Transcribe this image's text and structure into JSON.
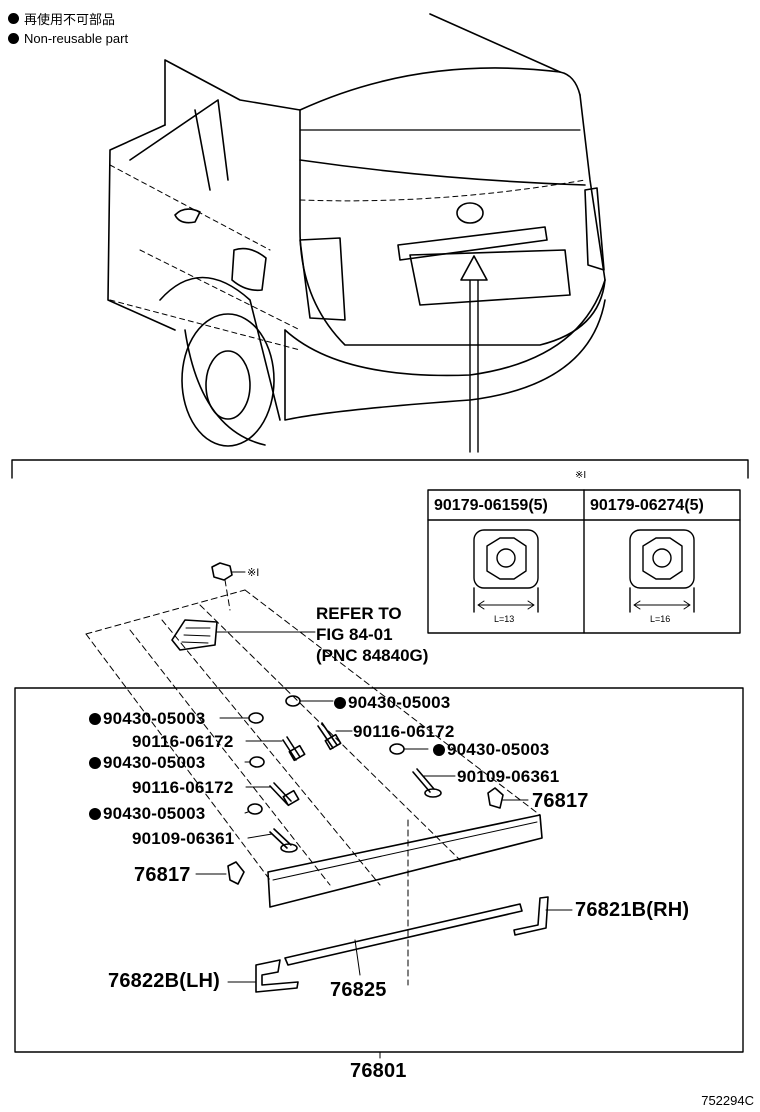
{
  "legend": {
    "item1": "再使用不可部品",
    "item2": "Non-reusable part"
  },
  "note_marker": "※I",
  "nut_table": {
    "col1_header": "90179-06159(5)",
    "col2_header": "90179-06274(5)",
    "col1_dim": "L=13",
    "col2_dim": "L=16"
  },
  "refer": {
    "line1": "REFER TO",
    "line2": "FIG 84-01",
    "line3": "(PNC 84840G)"
  },
  "parts": {
    "p1": "90430-05003",
    "p2": "90430-05003",
    "p3": "90116-06172",
    "p4": "90116-06172",
    "p5": "90430-05003",
    "p6": "90430-05003",
    "p7": "90116-06172",
    "p8": "90109-06361",
    "p9": "90430-05003",
    "p10": "90109-06361",
    "p11": "76817",
    "p12": "76817",
    "p13": "76821B(RH)",
    "p14": "76822B(LH)",
    "p15": "76825",
    "p16": "76801"
  },
  "figure_code": "752294C"
}
